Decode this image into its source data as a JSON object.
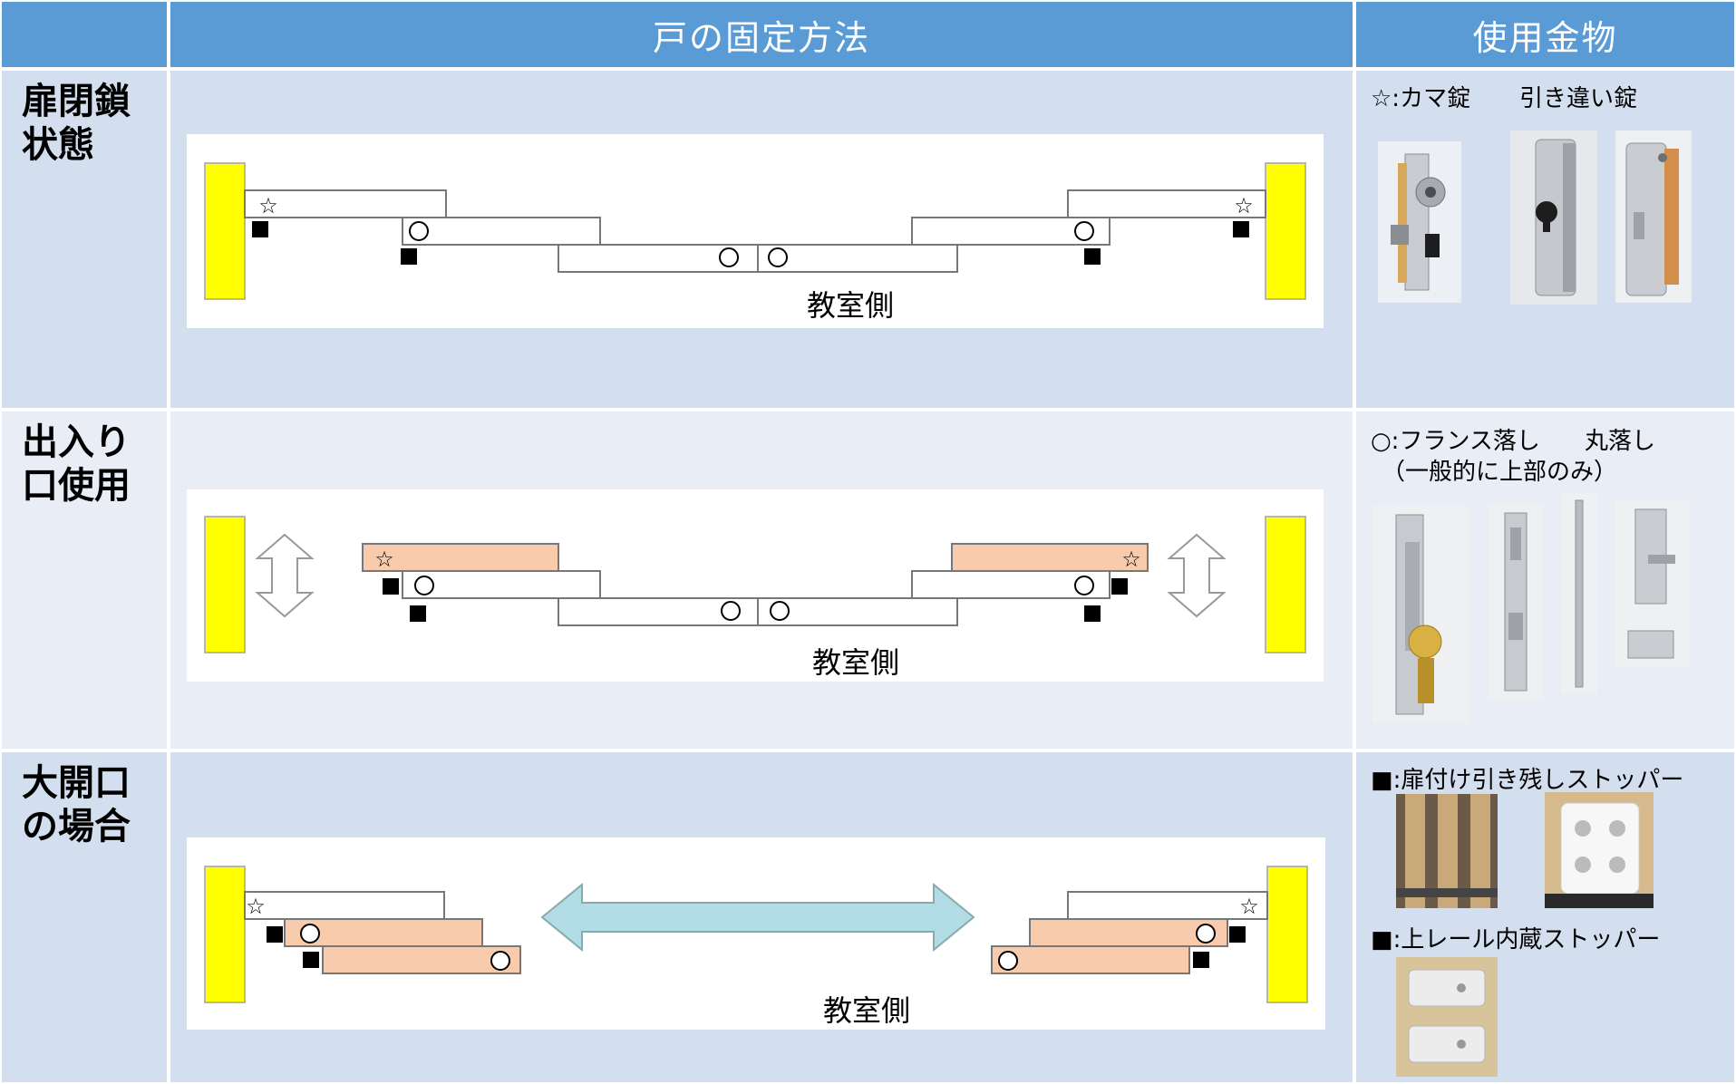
{
  "header": {
    "blank": "",
    "method": "戸の固定方法",
    "hardware": "使用金物"
  },
  "rows": [
    {
      "label": "扉閉鎖\n状態",
      "room_side": "教室側"
    },
    {
      "label": "出入り\n口使用",
      "room_side": "教室側"
    },
    {
      "label": "大開口\nの場合",
      "room_side": "教室側"
    }
  ],
  "hardware": {
    "kama_lock": "☆:カマ錠",
    "hikichigai_lock": "引き違い錠",
    "flange_drop": "○:フランス落し",
    "round_drop": "丸落し",
    "drop_note": "（一般的に上部のみ）",
    "door_stopper": "■:扉付け引き残しストッパー",
    "rail_stopper": "■:上レール内蔵ストッパー"
  },
  "colors": {
    "header_bg": "#5b9bd5",
    "row_bg_dark": "#d3deee",
    "row_bg_light": "#e9eef6",
    "pillar": "#ffff00",
    "door_open": "#f8cbad",
    "big_arrow": "#b3dde6"
  },
  "symbols": {
    "star": "☆",
    "circle": "○",
    "square": "■"
  }
}
